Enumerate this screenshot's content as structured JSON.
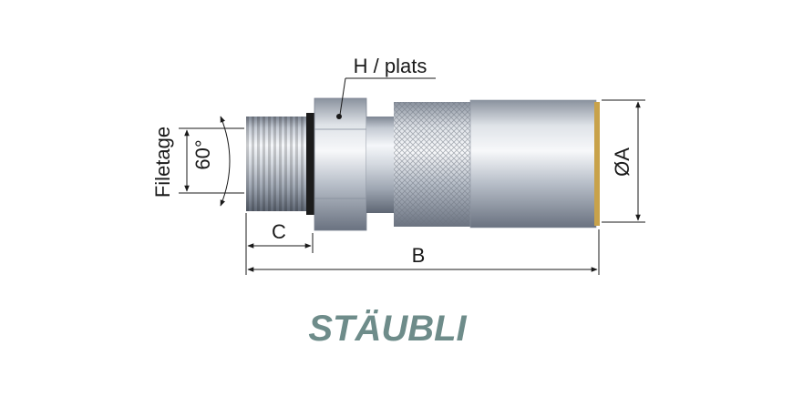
{
  "labels": {
    "hex": "H / plats",
    "thread": "Filetage",
    "angle": "60°",
    "length_c": "C",
    "length_b": "B",
    "diameter": "ØA"
  },
  "logo": {
    "text": "STÄUBLI",
    "color": "#6e8c8a"
  },
  "colors": {
    "line": "#1a1a1a",
    "metal_light": "#f4f6f9",
    "metal_mid": "#b9c0cb",
    "metal_dark": "#6f7785",
    "seal": "#1c1c1c",
    "brass": "#c8a24a"
  }
}
